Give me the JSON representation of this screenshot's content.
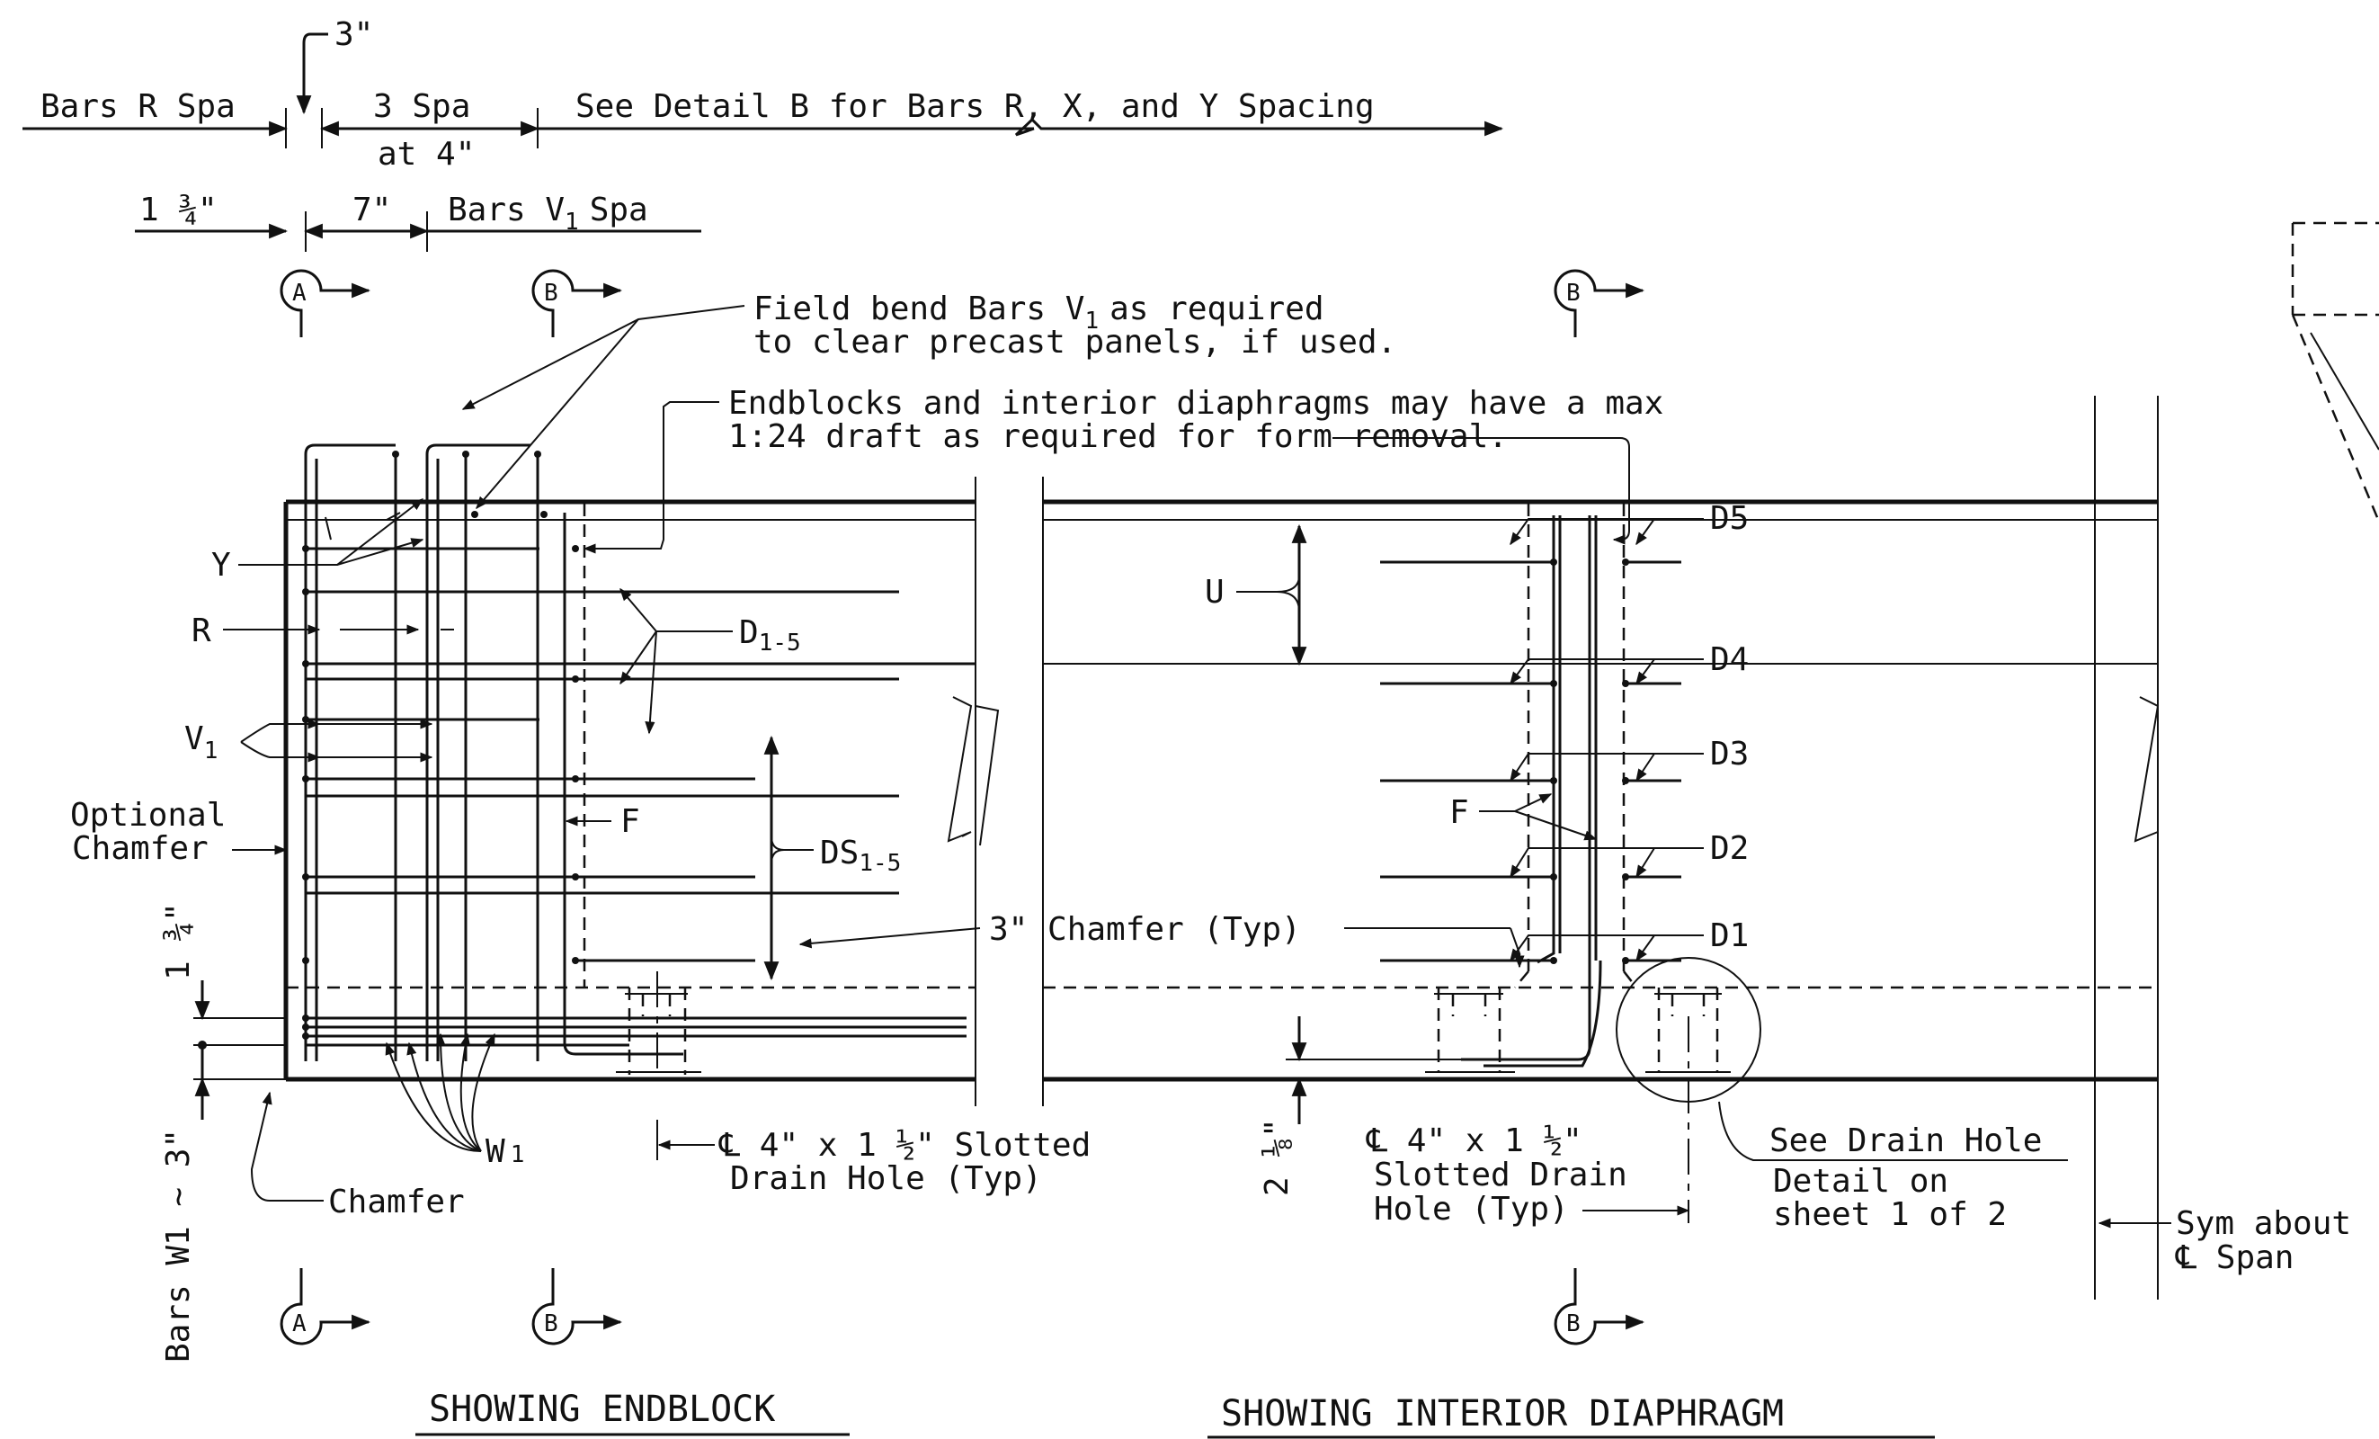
{
  "top_dims": {
    "three_in": "3\"",
    "bars_r_spa": "Bars R Spa",
    "three_spa": "3 Spa",
    "at_4": "at 4\"",
    "see_detail_b": "See Detail B for Bars R, X, and Y Spacing",
    "one_three_quarter": "1 ¾\"",
    "seven_in": "7\"",
    "bars_v1_spa": "Bars V",
    "bars_v1_sub": "1",
    "bars_v1_tail": "Spa"
  },
  "section_marks": {
    "a": "A",
    "b": "B"
  },
  "notes": {
    "field_bend_1": "Field bend Bars V",
    "field_bend_sub": "1",
    "field_bend_1b": "as required",
    "field_bend_2": "to clear precast panels, if used.",
    "endblocks_1": "Endblocks and interior diaphragms may have a max",
    "endblocks_2": "1:24 draft as required for form removal."
  },
  "left_labels": {
    "y": "Y",
    "r": "R",
    "v1": "V",
    "v1_sub": "1",
    "optional": "Optional",
    "chamfer": "Chamfer",
    "vert_dim_1": "1 ¾\"",
    "vert_dim_2": "Bars W1 ~ 3\"",
    "w1": "W",
    "w1_sub": "1",
    "chamfer_bottom": "Chamfer"
  },
  "endblock_labels": {
    "d15": "D",
    "d15_sub": "1-5",
    "f": "F",
    "ds15": "DS",
    "ds15_sub": "1-5",
    "chamfer_typ": "3\" Chamfer (Typ)",
    "drain_1": "℄ 4\" x 1 ½\" Slotted",
    "drain_2": "Drain Hole (Typ)"
  },
  "diaphragm_labels": {
    "u": "U",
    "d5": "D5",
    "d4": "D4",
    "d3": "D3",
    "d2": "D2",
    "d1": "D1",
    "f": "F",
    "dim_2_1_8": "2 ⅛\"",
    "drain_1": "℄ 4\" x 1 ½\"",
    "drain_2": "Slotted Drain",
    "drain_3": "Hole (Typ)",
    "see_drain_1": "See Drain Hole",
    "see_drain_2": "Detail on",
    "see_drain_3": "sheet 1 of 2",
    "sym_1": "Sym about",
    "sym_2": "℄ Span"
  },
  "titles": {
    "endblock": "SHOWING ENDBLOCK",
    "diaphragm": "SHOWING INTERIOR DIAPHRAGM"
  }
}
